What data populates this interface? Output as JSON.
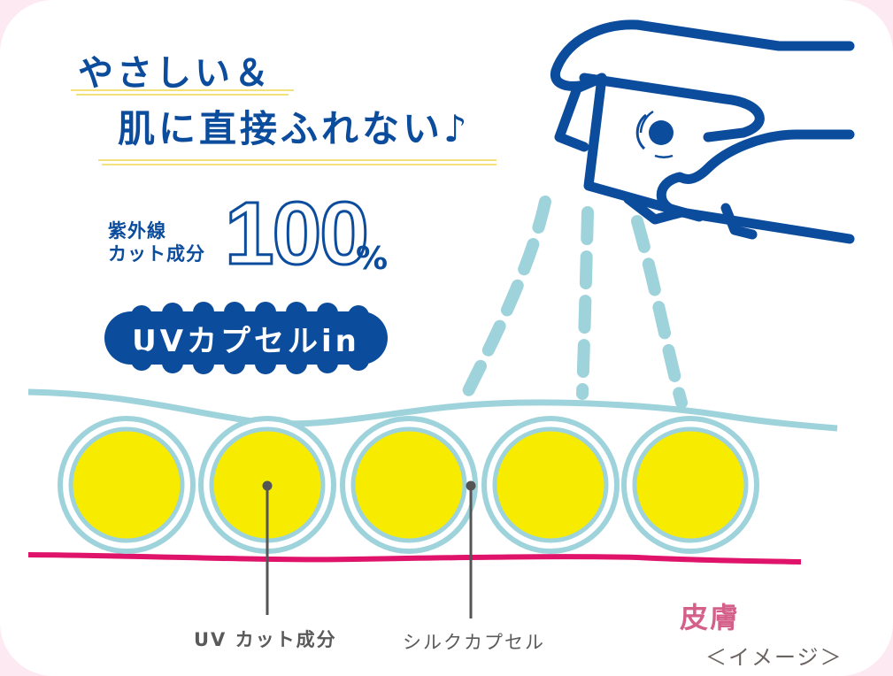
{
  "headline": {
    "line1": "やさしい＆",
    "line2": "肌に直接ふれない♪"
  },
  "uv_claim": {
    "label_line1": "紫外線",
    "label_line2": "カット成分",
    "value": "100",
    "unit": "%"
  },
  "badge": {
    "label": "UVカプセルin"
  },
  "diagram": {
    "capsule_count": 5,
    "callouts": {
      "uv_component": "UV カット成分",
      "silk_capsule": "シルクカプセル"
    },
    "skin_label": "皮膚",
    "image_note": "＜イメージ＞"
  },
  "icons": {
    "spray_hand": "hand-spray-icon",
    "spray_mist": "mist-droplets-icon"
  },
  "colors": {
    "navy": "#0b4c9c",
    "highlight_yellow": "#f3e27a",
    "capsule_fill": "#f7ec00",
    "capsule_ring": "#9fd3db",
    "skin_line": "#e0136b",
    "skin_label": "#d4608a",
    "callout_gray": "#5a5a5a",
    "page_pink": "#fde9f1"
  }
}
